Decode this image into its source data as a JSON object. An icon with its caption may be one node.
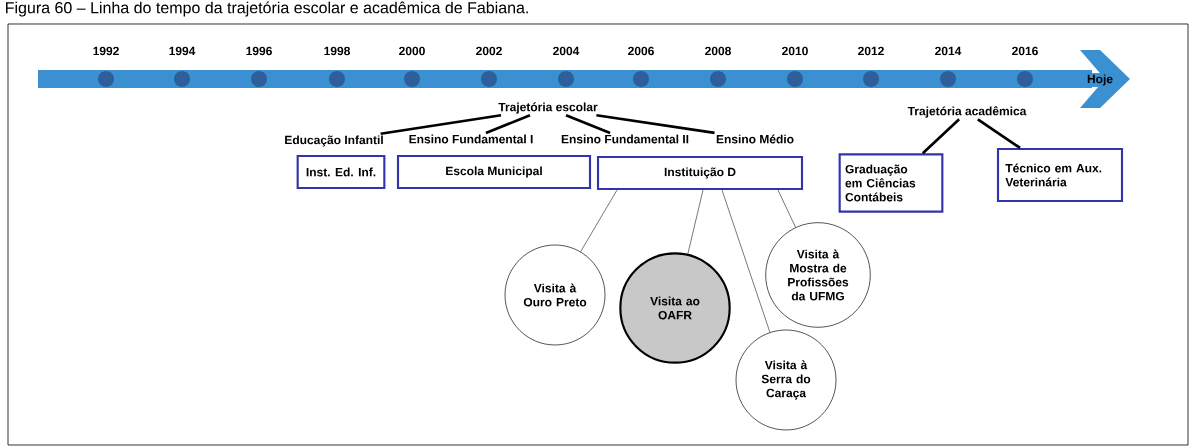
{
  "diagram": {
    "caption": "Figura 60 – Linha do tempo da trajetória escolar e acadêmica de Fabiana.",
    "nodes": [
      {
        "text": [
          "Trajetória escolar"
        ]
      },
      {
        "text": [
          "Educação Infantil"
        ]
      },
      {
        "text": [
          "Ensino Fundamental I"
        ]
      },
      {
        "text": [
          "Ensino Fundamental II"
        ]
      },
      {
        "text": [
          "Ensino Médio"
        ]
      },
      {
        "text": [
          "Inst. Ed. Inf."
        ]
      },
      {
        "text": [
          "Escola Municipal"
        ]
      },
      {
        "text": [
          "Instituição D"
        ]
      },
      {
        "text": [
          "Trajetória acadêmica"
        ]
      },
      {
        "text": [
          "Graduação em Ciências Contábeis"
        ]
      },
      {
        "text": [
          "Técnico em Aux. Veterinária"
        ]
      },
      {
        "text": [
          "Visita à Ouro Preto"
        ]
      },
      {
        "text": [
          "Visita ao OAFR"
        ]
      },
      {
        "text": [
          "Visita à Mostra de Profissões da UFMG"
        ]
      },
      {
        "text": [
          "Visita à Serra do Caraça"
        ]
      }
    ],
    "edges": [
      {
        "from": 0,
        "to": 1,
        "arrow": "none"
      },
      {
        "from": 0,
        "to": 2,
        "arrow": "none"
      },
      {
        "from": 0,
        "to": 3,
        "arrow": "none"
      },
      {
        "from": 0,
        "to": 4,
        "arrow": "none"
      },
      {
        "from": 8,
        "to": 9,
        "arrow": "none"
      },
      {
        "from": 8,
        "to": 10,
        "arrow": "none"
      },
      {
        "from": 7,
        "to": 11,
        "arrow": "none"
      },
      {
        "from": 7,
        "to": 12,
        "arrow": "none"
      },
      {
        "from": 7,
        "to": 14,
        "arrow": "none"
      },
      {
        "from": 7,
        "to": 13,
        "arrow": "none"
      }
    ],
    "labels": [
      "1992",
      "1994",
      "1996",
      "1998",
      "2000",
      "2002",
      "2004",
      "2006",
      "2008",
      "2010",
      "2012",
      "2014",
      "2016",
      "Hoje"
    ]
  }
}
